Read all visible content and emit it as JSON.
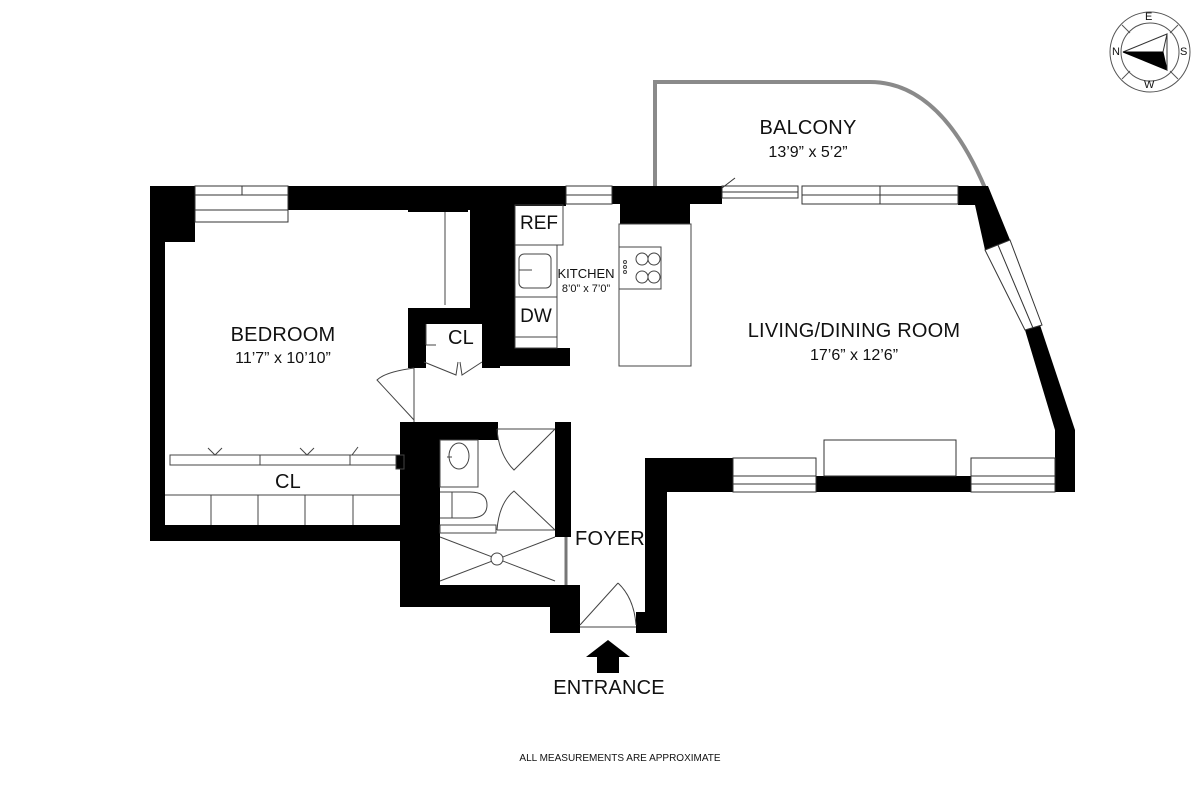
{
  "plan": {
    "rooms": [
      {
        "id": "balcony",
        "name": "BALCONY",
        "dimensions": "13’9” x 5’2”"
      },
      {
        "id": "bedroom",
        "name": "BEDROOM",
        "dimensions": "11’7” x 10’10”"
      },
      {
        "id": "kitchen",
        "name": "KITCHEN",
        "dimensions": "8’0” x 7’0”"
      },
      {
        "id": "living",
        "name": "LIVING/DINING ROOM",
        "dimensions": "17’6” x 12’6”"
      },
      {
        "id": "foyer",
        "name": "FOYER"
      }
    ],
    "closets": {
      "hall": "CL",
      "bedroom": "CL"
    },
    "appliances": {
      "refrigerator": "REF",
      "dishwasher": "DW"
    },
    "entrance": "ENTRANCE",
    "footer_note": "ALL MEASUREMENTS ARE APPROXIMATE",
    "compass": {
      "top": "E",
      "right": "S",
      "bottom": "W",
      "left": "N"
    },
    "colors": {
      "wall": "#000000",
      "balcony_rail": "#8a8a8a",
      "fixture_line": "#555555",
      "background": "#ffffff"
    }
  }
}
